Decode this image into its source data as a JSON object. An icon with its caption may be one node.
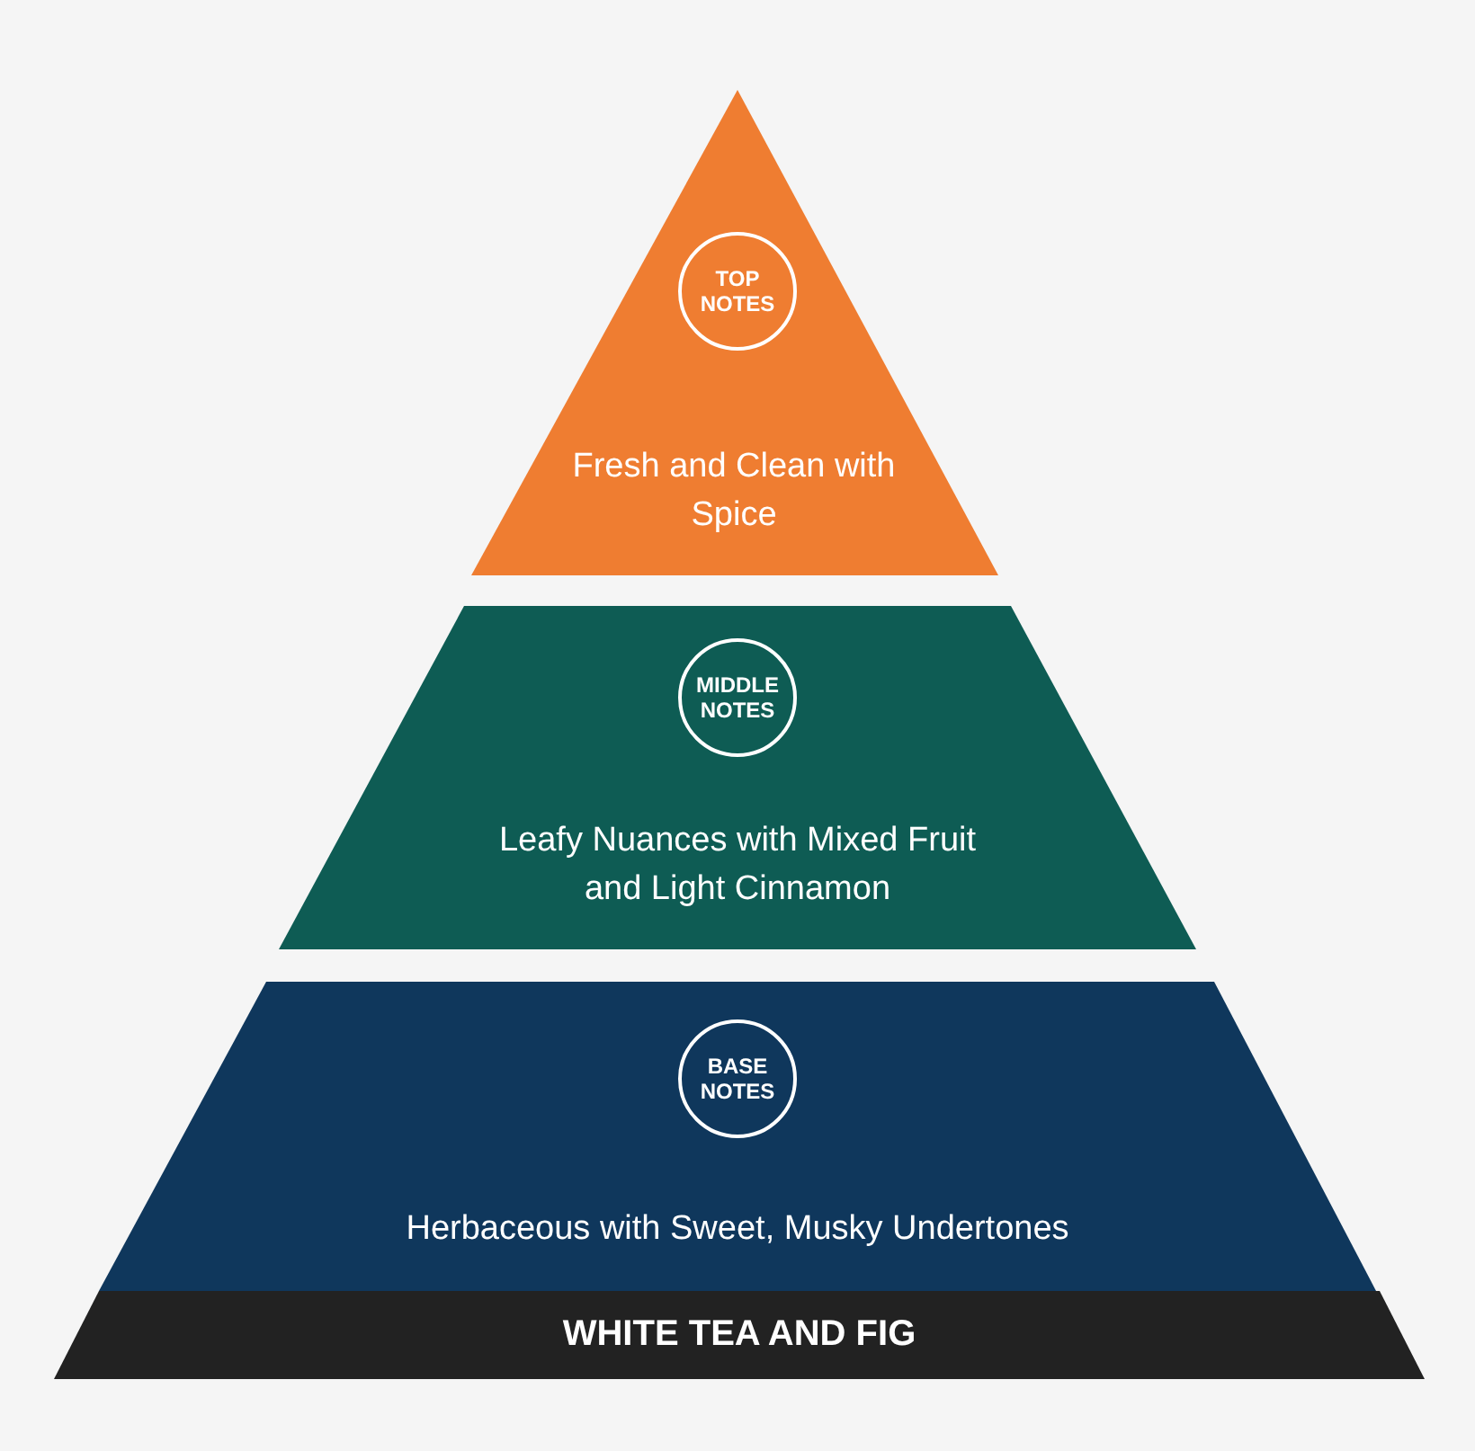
{
  "diagram": {
    "nodes": [
      {
        "text": [
          "Fresh and Clean with Spice"
        ]
      },
      {
        "text": [
          "TOP NOTES"
        ],
        "in": 0
      },
      {
        "text": [
          "Leafy Nuances with Mixed Fruit and Light Cinnamon"
        ]
      },
      {
        "text": [
          "MIDDLE NOTES"
        ],
        "in": 2
      },
      {
        "text": [
          "Herbaceous with Sweet, Musky Undertones"
        ]
      },
      {
        "text": [
          "BASE NOTES"
        ],
        "in": 4
      },
      {
        "text": [
          "WHITE TEA AND FIG"
        ]
      }
    ]
  }
}
